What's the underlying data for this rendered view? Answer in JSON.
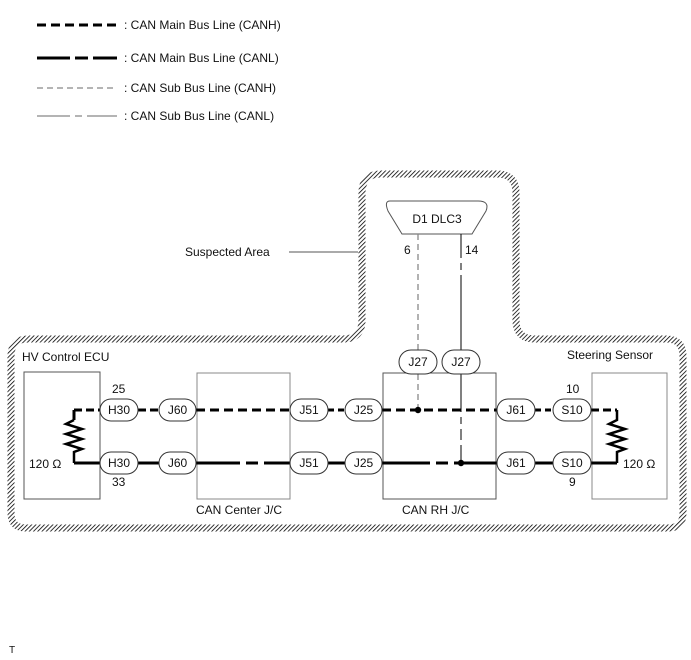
{
  "legend": [
    {
      "style": "main-canh",
      "label": ": CAN Main Bus Line (CANH)"
    },
    {
      "style": "main-canl",
      "label": ": CAN Main Bus Line (CANL)"
    },
    {
      "style": "sub-canh",
      "label": ": CAN Sub Bus Line (CANH)"
    },
    {
      "style": "sub-canl",
      "label": ": CAN Sub Bus Line (CANL)"
    }
  ],
  "suspected_area_label": "Suspected Area",
  "dlc": {
    "label": "D1 DLC3",
    "pin_canh": "6",
    "pin_canl": "14"
  },
  "components": {
    "hv_ecu": "HV Control ECU",
    "can_center": "CAN Center J/C",
    "can_rh": "CAN RH J/C",
    "steering": "Steering Sensor"
  },
  "resistor_label": "120 Ω",
  "pins": {
    "hv_canh": "25",
    "hv_canl": "33",
    "steer_canh": "10",
    "steer_canl": "9"
  },
  "connectors": {
    "h30": "H30",
    "j60": "J60",
    "j51": "J51",
    "j25": "J25",
    "j27": "J27",
    "j61": "J61",
    "s10": "S10"
  },
  "footer_mark": "T",
  "colors": {
    "main_line": "#000000",
    "sub_line": "#888888",
    "box_border": "#888888"
  }
}
